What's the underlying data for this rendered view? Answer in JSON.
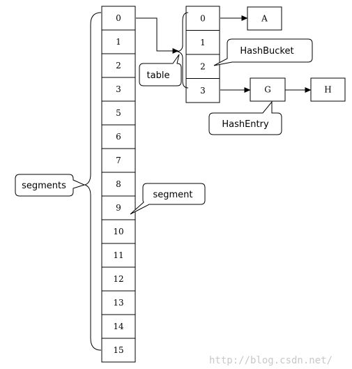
{
  "segments": {
    "label": "segments",
    "cells": [
      "0",
      "1",
      "2",
      "3",
      "5",
      "6",
      "7",
      "8",
      "9",
      "10",
      "11",
      "12",
      "13",
      "14",
      "15"
    ]
  },
  "table": {
    "label": "table",
    "cells": [
      "0",
      "1",
      "2",
      "3"
    ]
  },
  "nodes": {
    "a": "A",
    "g": "G",
    "h": "H"
  },
  "callouts": {
    "hash_bucket": "HashBucket",
    "hash_entry": "HashEntry",
    "segment": "segment"
  },
  "watermark": "http://blog.csdn.net/"
}
